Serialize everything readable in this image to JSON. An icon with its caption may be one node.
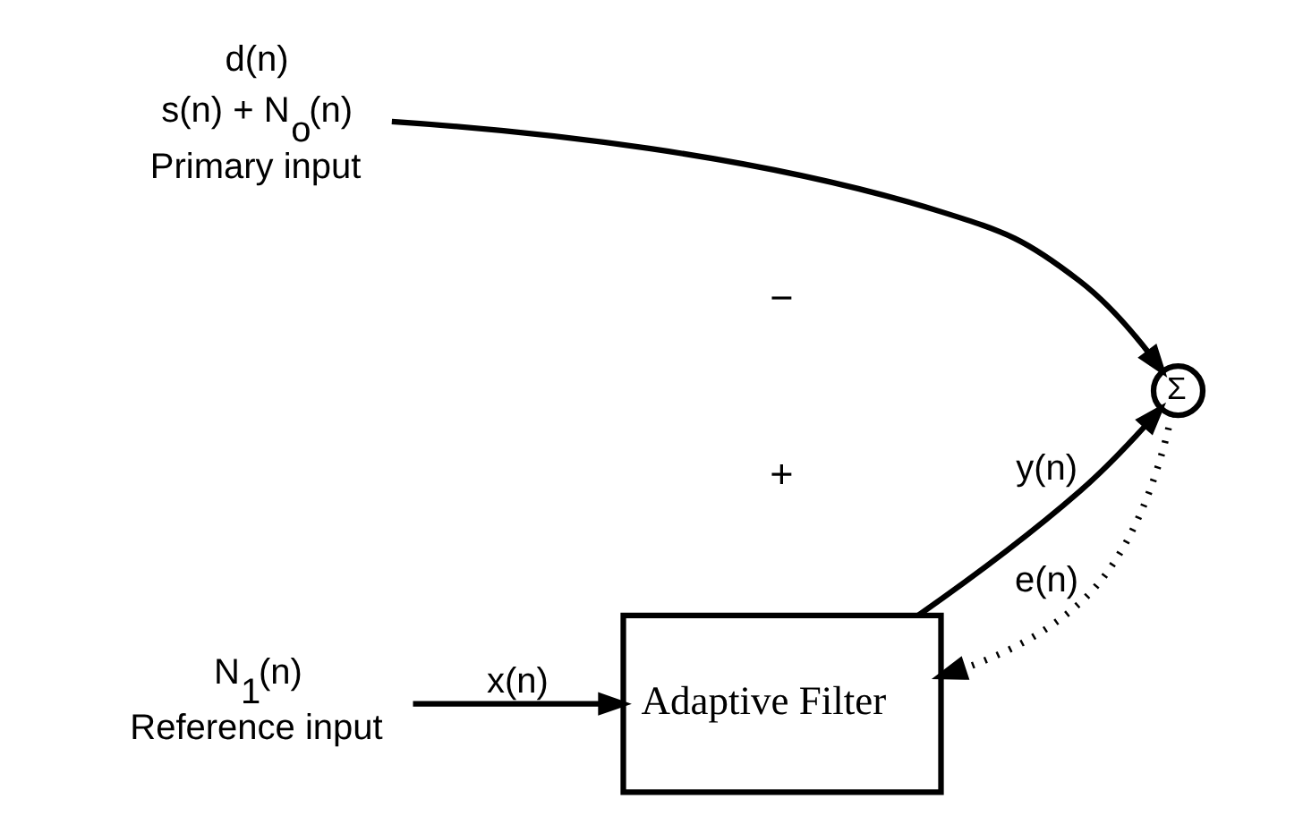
{
  "diagram": {
    "nodes": [
      {
        "text": [
          "Adaptive Filter"
        ]
      },
      {
        "text": [
          "Σ"
        ]
      },
      {
        "text": [
          "Reference input"
        ],
        "beside": [
          "N$_{1}$(n)"
        ]
      },
      {
        "text": [
          "Primary input"
        ],
        "beside": [
          "d(n)",
          "s(n) + N$_{o}$(n)"
        ]
      }
    ],
    "edges": [
      {
        "from": 2,
        "to": 0,
        "arrow": "to",
        "label": "x(n)"
      },
      {
        "from": 0,
        "to": 1,
        "arrow": "to",
        "label": "y(n)"
      },
      {
        "from": 3,
        "to": 1,
        "arrow": "to"
      },
      {
        "from": 1,
        "to": 0,
        "arrow": "to",
        "label": "e(n)",
        "style": "dashed"
      }
    ],
    "labels": [
      "−",
      "+"
    ]
  }
}
